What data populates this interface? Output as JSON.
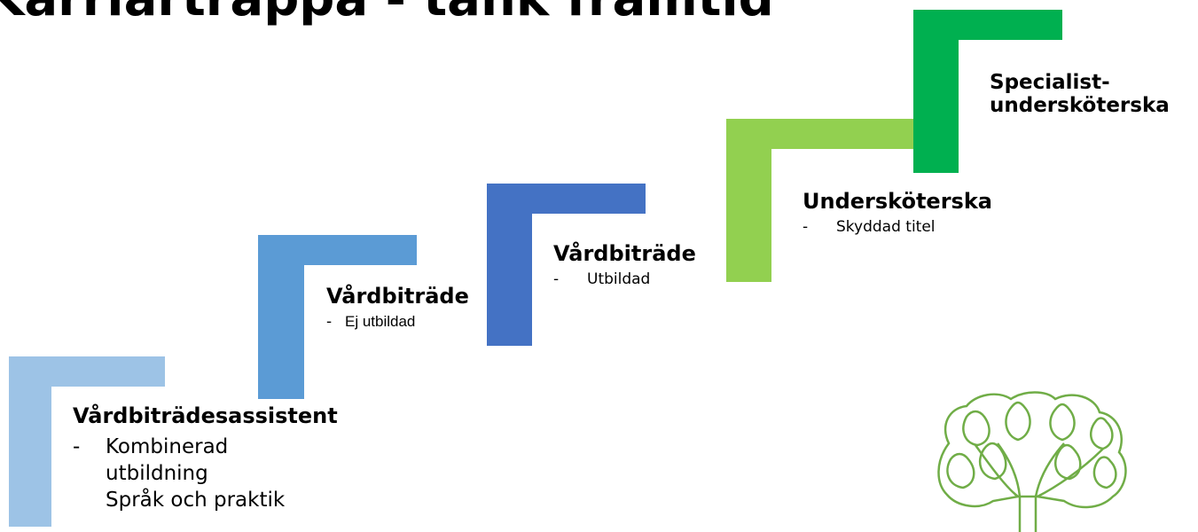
{
  "title": "Karriärtrappa - tänk framtid",
  "colors": {
    "step1": "#9dc3e6",
    "step2": "#5b9bd5",
    "step3": "#4472c4",
    "step4": "#92d050",
    "step5": "#00b050",
    "logo": "#70ad47"
  },
  "steps": [
    {
      "title": "Vårdbiträdesassistent",
      "bullets": [
        "Kombinerad",
        "utbildning",
        "Språk och praktik"
      ]
    },
    {
      "title": "Vårdbiträde",
      "bullets": [
        "Ej utbildad"
      ]
    },
    {
      "title": "Vårdbiträde",
      "bullets": [
        "Utbildad"
      ]
    },
    {
      "title": "Undersköterska",
      "bullets": [
        "Skyddad titel"
      ]
    },
    {
      "title_line1": "Specialist-",
      "title_line2": "undersköterska"
    }
  ],
  "logo_icon": "tree-logo-icon"
}
